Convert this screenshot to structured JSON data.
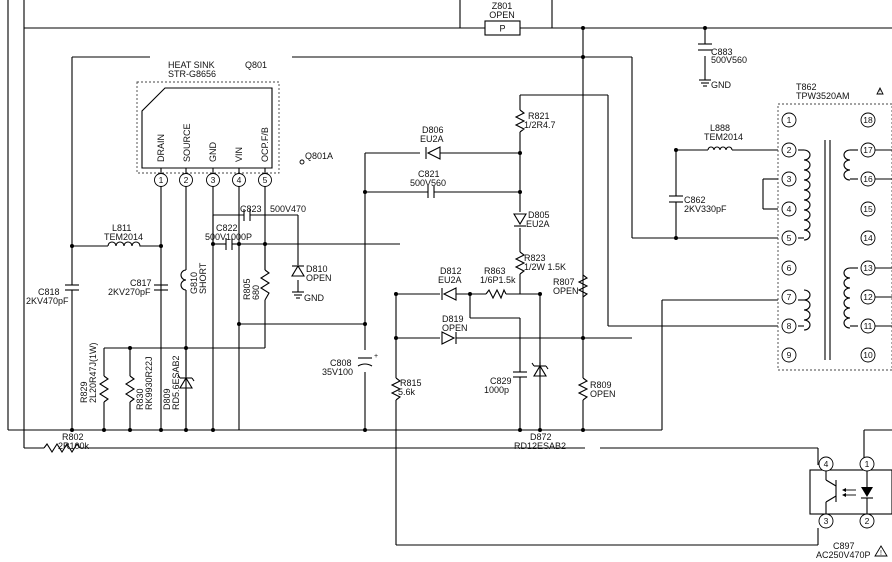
{
  "top": {
    "z801_ref": "Z801",
    "z801_state": "OPEN",
    "z801_mark": "P",
    "c883_ref": "C883",
    "c883_value": "500V560",
    "gnd_top": "GND"
  },
  "ic": {
    "heatsink": "HEAT SINK",
    "part": "STR-G8656",
    "ref": "Q801",
    "pins": [
      "DRAIN",
      "SOURCE",
      "GND",
      "VIN",
      "OCP.F/B"
    ],
    "pin_numbers": [
      "1",
      "2",
      "3",
      "4",
      "5"
    ],
    "q801a": "Q801A"
  },
  "parts": {
    "l811_ref": "L811",
    "l811_value": "TEM2014",
    "c818_ref": "C818",
    "c818_value": "2KV470pF",
    "c817_ref": "C817",
    "c817_value": "2KV270pF",
    "c822_ref": "C822",
    "c822_value": "500V1000P",
    "c823_ref": "C823",
    "c823_value": "500V470",
    "g810_ref": "G810",
    "g810_value": "SHORT",
    "r805_ref": "R805",
    "r805_value": "680",
    "d810_ref": "D810",
    "d810_value": "OPEN",
    "gnd_d810": "GND",
    "r829_ref": "R829",
    "r829_value": "2L20R47J(1W)",
    "r830_ref": "R830",
    "r830_value": "RK9930R22J",
    "d809_ref": "D809",
    "d809_value": "RD5.6ESAB2",
    "d806_ref": "D806",
    "d806_value": "EU2A",
    "r821_ref": "R821",
    "r821_value": "1/2R4.7",
    "c821_ref": "C821",
    "c821_value": "500V560",
    "d805_ref": "D805",
    "d805_value": "EU2A",
    "r823_ref": "R823",
    "r823_value": "1/2W 1.5K",
    "d812_ref": "D812",
    "d812_value": "EU2A",
    "r863_ref": "R863",
    "r863_value": "1/6P1.5k",
    "r807_ref": "R807",
    "r807_value": "OPEN",
    "d819_ref": "D819",
    "d819_value": "OPEN",
    "c808_ref": "C808",
    "c808_value": "35V100",
    "r815_ref": "R815",
    "r815_value": "5.6k",
    "c829_ref": "C829",
    "c829_value": "1000p",
    "r809_ref": "R809",
    "r809_value": "OPEN",
    "d872_ref": "D872",
    "d872_value": "RD12ESAB2",
    "r802_ref": "R802",
    "r802_value": "2R100k",
    "l888_ref": "L888",
    "l888_value": "TEM2014",
    "c862_ref": "C862",
    "c862_value": "2KV330pF"
  },
  "transformer": {
    "ref": "T862",
    "part": "TPW3520AM",
    "warning": "!",
    "primary_pins": [
      "1",
      "2",
      "3",
      "4",
      "5",
      "6",
      "7",
      "8",
      "9"
    ],
    "secondary_pins": [
      "18",
      "17",
      "16",
      "15",
      "14",
      "13",
      "12",
      "11",
      "10"
    ]
  },
  "opto": {
    "pins": [
      "4",
      "3",
      "1",
      "2"
    ],
    "c897_ref": "C897",
    "c897_value": "AC250V470P",
    "warning": "!"
  }
}
